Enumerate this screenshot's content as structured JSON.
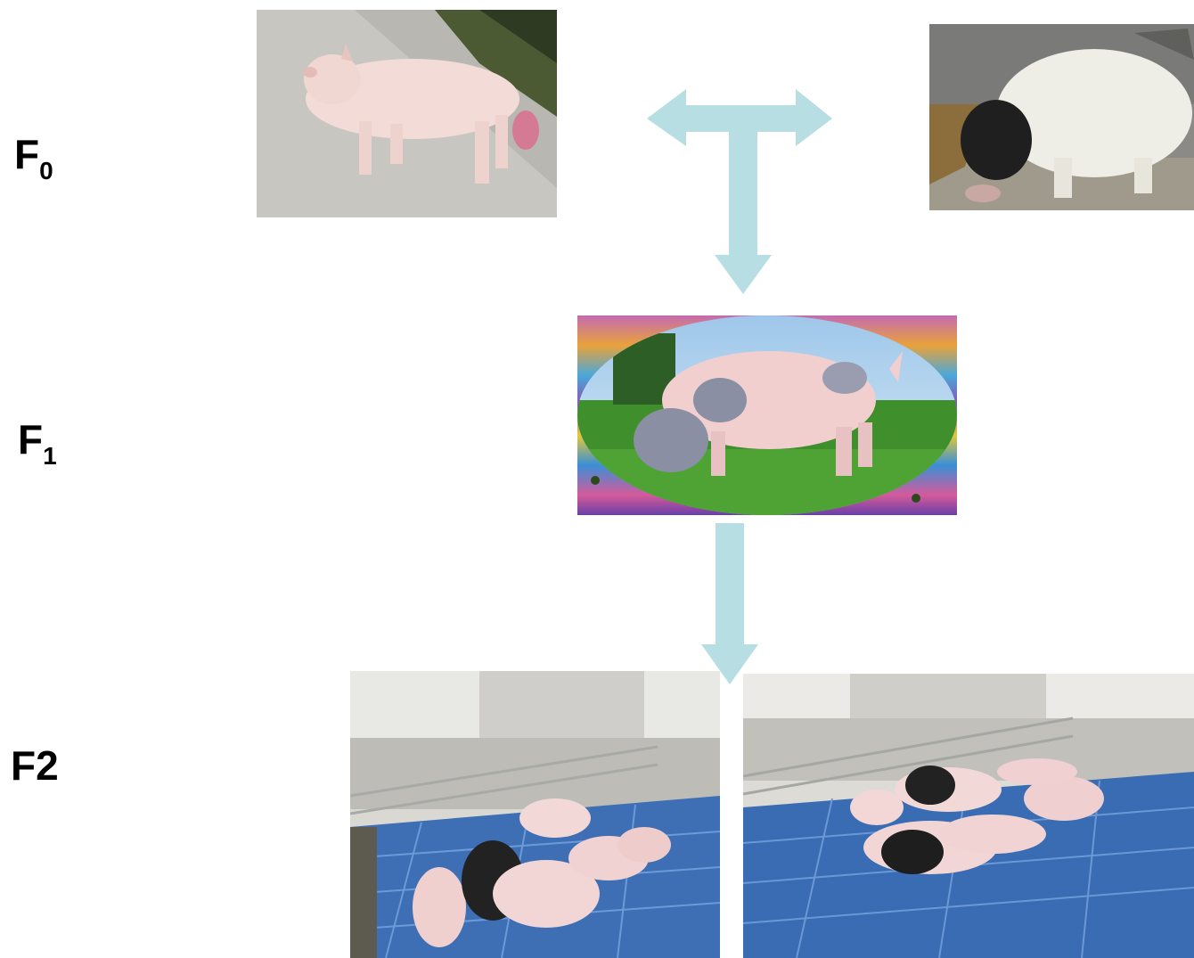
{
  "generations": [
    {
      "id": "f0",
      "letter": "F",
      "sub": "0"
    },
    {
      "id": "f1",
      "letter": "F",
      "sub": "1"
    },
    {
      "id": "f2",
      "letter": "F2",
      "sub": ""
    }
  ],
  "images": {
    "f0_left": "white-pig-photo",
    "f0_right": "black-and-white-pig-photo",
    "f1": "spotted-pig-on-grass-photo",
    "f2_left": "piglets-in-pen-photo",
    "f2_right": "piglets-in-pen-photo"
  },
  "colors": {
    "arrow": "#b7dee2",
    "text": "#000000"
  }
}
